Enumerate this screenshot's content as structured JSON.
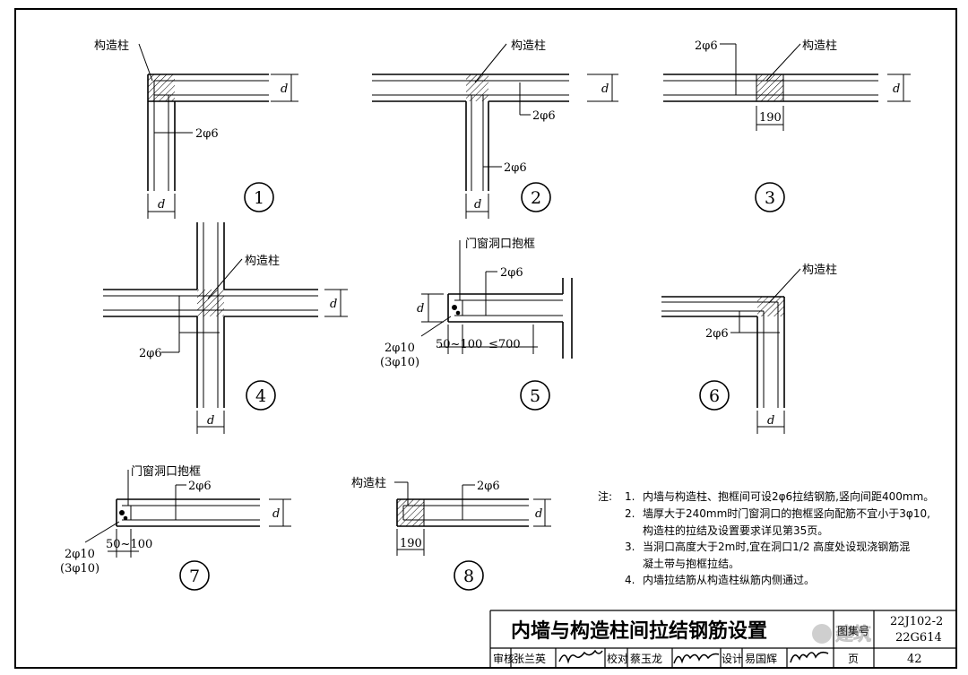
{
  "labels": {
    "column": "构造柱",
    "frame": "门窗洞口抱框",
    "bar_2phi6": "2φ6",
    "bar_2phi10": "2φ10",
    "bar_3phi10": "(3φ10)",
    "d": "d",
    "w190": "190",
    "range_50_100": "50~100",
    "le_700": "≤700"
  },
  "details": [
    "1",
    "2",
    "3",
    "4",
    "5",
    "6",
    "7",
    "8"
  ],
  "notes": {
    "head": "注:",
    "items": [
      {
        "num": "1.",
        "lines": [
          "内墙与构造柱、抱框间可设2φ6拉结钢筋,竖向间距400mm。"
        ]
      },
      {
        "num": "2.",
        "lines": [
          "墙厚大于240mm时门窗洞口的抱框竖向配筋不宜小于3φ10,",
          "构造柱的拉结及设置要求详见第35页。"
        ]
      },
      {
        "num": "3.",
        "lines": [
          "当洞口高度大于2m时,宜在洞口1/2  高度处设现浇钢筋混",
          "凝土带与抱框拉结。"
        ]
      },
      {
        "num": "4.",
        "lines": [
          "内墙拉结筋从构造柱纵筋内侧通过。"
        ]
      }
    ]
  },
  "title_block": {
    "title": "内墙与构造柱间拉结钢筋设置",
    "atlas_label": "图集号",
    "atlas_no": "22J102-2",
    "atlas_no2": "22G614",
    "review_label": "审核",
    "reviewer": "张兰英",
    "check_label": "校对",
    "checker": "蔡玉龙",
    "design_label": "设计",
    "designer": "易国辉",
    "page_label": "页",
    "page_no": "42"
  },
  "watermark": "建筑"
}
